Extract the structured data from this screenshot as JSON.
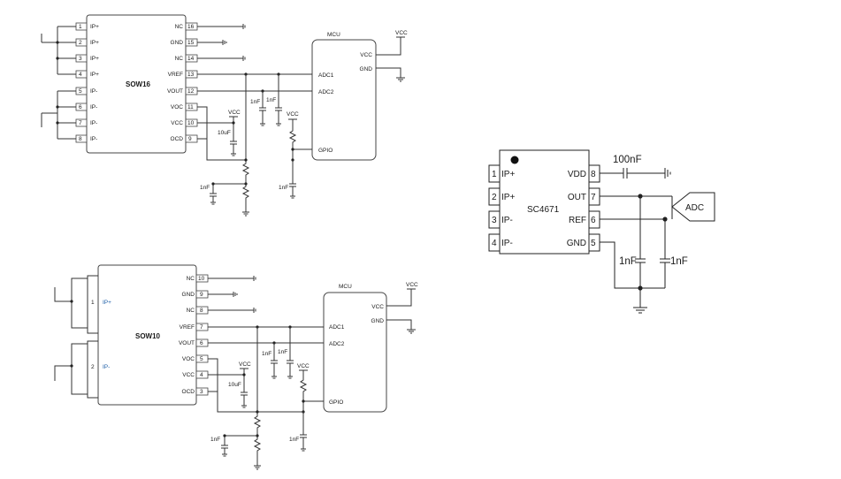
{
  "sow16": {
    "name": "SOW16",
    "left_pins": [
      {
        "num": "1",
        "label": "IP+"
      },
      {
        "num": "2",
        "label": "IP+"
      },
      {
        "num": "3",
        "label": "IP+"
      },
      {
        "num": "4",
        "label": "IP+"
      },
      {
        "num": "5",
        "label": "IP-"
      },
      {
        "num": "6",
        "label": "IP-"
      },
      {
        "num": "7",
        "label": "IP-"
      },
      {
        "num": "8",
        "label": "IP-"
      }
    ],
    "right_pins": [
      {
        "num": "16",
        "label": "NC"
      },
      {
        "num": "15",
        "label": "GND"
      },
      {
        "num": "14",
        "label": "NC"
      },
      {
        "num": "13",
        "label": "VREF"
      },
      {
        "num": "12",
        "label": "VOUT"
      },
      {
        "num": "11",
        "label": "VOC"
      },
      {
        "num": "10",
        "label": "VCC"
      },
      {
        "num": "9",
        "label": "OCD"
      }
    ],
    "mcu": {
      "title": "MCU",
      "vcc": "VCC",
      "gnd": "GND",
      "adc1": "ADC1",
      "adc2": "ADC2",
      "gpio": "GPIO"
    },
    "labels": {
      "vcc_top": "VCC",
      "vcc_pin": "VCC",
      "vcc_pullup": "VCC",
      "cap_10uf": "10uF",
      "cap_1nf_a": "1nF",
      "cap_1nf_b": "1nF",
      "cap_1nf_ocd": "1nF",
      "cap_1nf_gpio": "1nF"
    }
  },
  "sow10": {
    "name": "SOW10",
    "left_pins": [
      {
        "num": "1",
        "label": "IP+"
      },
      {
        "num": "2",
        "label": "IP-"
      }
    ],
    "right_pins": [
      {
        "num": "10",
        "label": "NC"
      },
      {
        "num": "9",
        "label": "GND"
      },
      {
        "num": "8",
        "label": "NC"
      },
      {
        "num": "7",
        "label": "VREF"
      },
      {
        "num": "6",
        "label": "VOUT"
      },
      {
        "num": "5",
        "label": "VOC"
      },
      {
        "num": "4",
        "label": "VCC"
      },
      {
        "num": "3",
        "label": "OCD"
      }
    ],
    "mcu": {
      "title": "MCU",
      "vcc": "VCC",
      "gnd": "GND",
      "adc1": "ADC1",
      "adc2": "ADC2",
      "gpio": "GPIO"
    },
    "labels": {
      "vcc_top": "VCC",
      "vcc_pin": "VCC",
      "vcc_pullup": "VCC",
      "cap_10uf": "10uF",
      "cap_1nf_a": "1nF",
      "cap_1nf_b": "1nF",
      "cap_1nf_ocd": "1nF",
      "cap_1nf_gpio": "1nF"
    }
  },
  "sc4671": {
    "name": "SC4671",
    "left_pins": [
      {
        "num": "1",
        "label": "IP+"
      },
      {
        "num": "2",
        "label": "IP+"
      },
      {
        "num": "3",
        "label": "IP-"
      },
      {
        "num": "4",
        "label": "IP-"
      }
    ],
    "right_pins": [
      {
        "num": "8",
        "label": "VDD"
      },
      {
        "num": "7",
        "label": "OUT"
      },
      {
        "num": "6",
        "label": "REF"
      },
      {
        "num": "5",
        "label": "GND"
      }
    ],
    "cap_vdd": "100nF",
    "adc": "ADC",
    "cap_out": "1nF",
    "cap_ref": "1nF"
  }
}
